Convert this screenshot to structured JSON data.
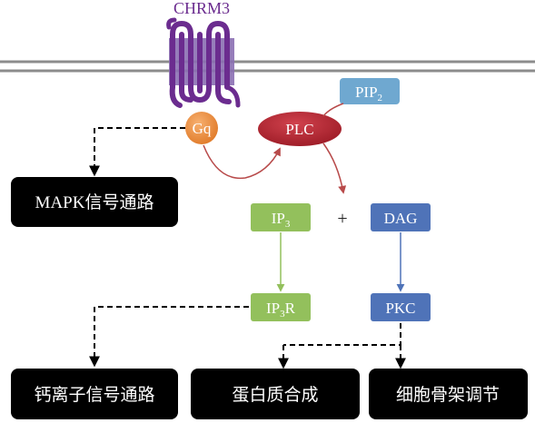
{
  "receptor": {
    "name": "CHRM3"
  },
  "nodes": {
    "gq": "Gq",
    "plc": "PLC",
    "pip2": {
      "base": "PIP",
      "sub": "2"
    },
    "ip3": {
      "base": "IP",
      "sub": "3"
    },
    "plus": "+",
    "dag": "DAG",
    "ip3r": {
      "base": "IP",
      "sub": "3",
      "tail": "R"
    },
    "pkc": "PKC"
  },
  "outputs": {
    "mapk": "MAPK信号通路",
    "calcium": "钙离子信号通路",
    "protein": "蛋白质合成",
    "cytoskeleton": "细胞骨架调节"
  },
  "colors": {
    "receptor": "#6b2c8f",
    "receptor_band": "#8b6fb3",
    "membrane": "#8c8c8c",
    "gq": "#ee8a3c",
    "plc": "#b8232f",
    "pip2": "#6fa8d0",
    "ip3": "#93c05c",
    "dag": "#4f73b8",
    "black_box": "#000000",
    "red_arrow": "#b84a4a",
    "green_arrow": "#93c05c",
    "blue_arrow": "#4f73b8"
  }
}
